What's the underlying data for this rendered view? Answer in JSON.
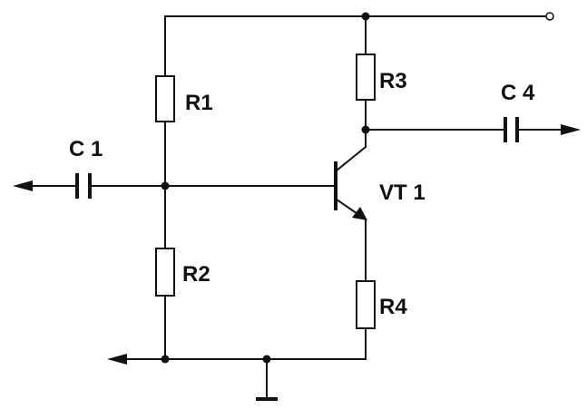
{
  "components": {
    "resistors": [
      {
        "id": "R1",
        "label": "R1"
      },
      {
        "id": "R2",
        "label": "R2"
      },
      {
        "id": "R3",
        "label": "R3"
      },
      {
        "id": "R4",
        "label": "R4"
      }
    ],
    "capacitors": [
      {
        "id": "C1",
        "label": "C 1"
      },
      {
        "id": "C4",
        "label": "C 4"
      }
    ],
    "transistor": {
      "id": "VT1",
      "label": "VT 1",
      "type": "NPN"
    }
  },
  "colors": {
    "ink": "#111111",
    "background": "#ffffff"
  }
}
